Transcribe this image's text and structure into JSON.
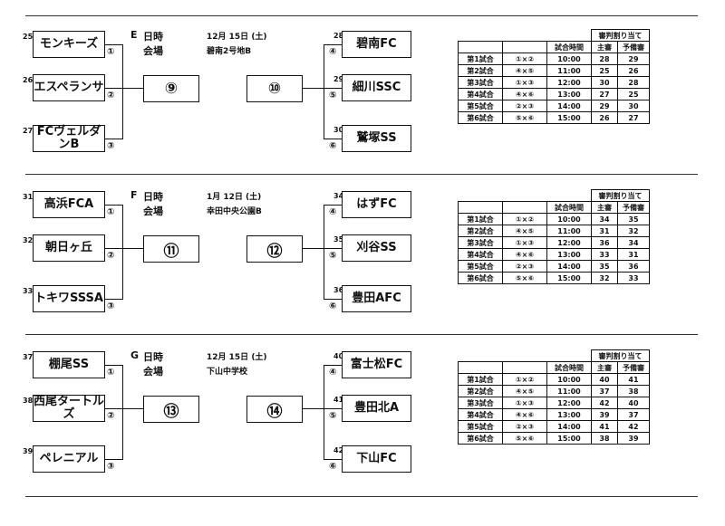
{
  "sections": [
    {
      "group_letter": "E",
      "date_label": "日時",
      "venue_label": "会場",
      "date": "12月 15日 (土)",
      "venue": "碧南2号地B",
      "left_teams": [
        {
          "seed": "25",
          "name": "モンキーズ",
          "slot": "①"
        },
        {
          "seed": "26",
          "name": "エスペランサ",
          "slot": "②"
        },
        {
          "seed": "27",
          "name": "FCヴェルダンB",
          "slot": "③"
        }
      ],
      "right_teams": [
        {
          "seed": "28",
          "name": "碧南FC",
          "slot": "④"
        },
        {
          "seed": "29",
          "name": "細川SSC",
          "slot": "⑤"
        },
        {
          "seed": "30",
          "name": "鷲塚SS",
          "slot": "⑥"
        }
      ],
      "match_left": "⑨",
      "match_right": "⑩",
      "table": {
        "top_header": "審判割り当て",
        "headers": [
          "",
          "",
          "試合時間",
          "主審",
          "予備審"
        ],
        "rows": [
          [
            "第1試合",
            "①×②",
            "10:00",
            "28",
            "29"
          ],
          [
            "第2試合",
            "④×⑤",
            "11:00",
            "25",
            "26"
          ],
          [
            "第3試合",
            "①×③",
            "12:00",
            "30",
            "28"
          ],
          [
            "第4試合",
            "④×⑥",
            "13:00",
            "27",
            "25"
          ],
          [
            "第5試合",
            "②×③",
            "14:00",
            "29",
            "30"
          ],
          [
            "第6試合",
            "⑤×⑥",
            "15:00",
            "26",
            "27"
          ]
        ]
      }
    },
    {
      "group_letter": "F",
      "date_label": "日時",
      "venue_label": "会場",
      "date": "1月 12日 (土)",
      "venue": "幸田中央公園B",
      "left_teams": [
        {
          "seed": "31",
          "name": "高浜FCA",
          "slot": "①"
        },
        {
          "seed": "32",
          "name": "朝日ヶ丘",
          "slot": "②"
        },
        {
          "seed": "33",
          "name": "トキワSSSA",
          "slot": "③"
        }
      ],
      "right_teams": [
        {
          "seed": "34",
          "name": "はずFC",
          "slot": "④"
        },
        {
          "seed": "35",
          "name": "刈谷SS",
          "slot": "⑤"
        },
        {
          "seed": "36",
          "name": "豊田AFC",
          "slot": "⑥"
        }
      ],
      "match_left": "⑪",
      "match_right": "⑫",
      "table": {
        "top_header": "審判割り当て",
        "headers": [
          "",
          "",
          "試合時間",
          "主審",
          "予備審"
        ],
        "rows": [
          [
            "第1試合",
            "①×②",
            "10:00",
            "34",
            "35"
          ],
          [
            "第2試合",
            "④×⑤",
            "11:00",
            "31",
            "32"
          ],
          [
            "第3試合",
            "①×③",
            "12:00",
            "36",
            "34"
          ],
          [
            "第4試合",
            "④×⑥",
            "13:00",
            "33",
            "31"
          ],
          [
            "第5試合",
            "②×③",
            "14:00",
            "35",
            "36"
          ],
          [
            "第6試合",
            "⑤×⑥",
            "15:00",
            "32",
            "33"
          ]
        ]
      }
    },
    {
      "group_letter": "G",
      "date_label": "日時",
      "venue_label": "会場",
      "date": "12月 15日 (土)",
      "venue": "下山中学校",
      "left_teams": [
        {
          "seed": "37",
          "name": "棚尾SS",
          "slot": "①"
        },
        {
          "seed": "38",
          "name": "西尾タートルズ",
          "slot": "②"
        },
        {
          "seed": "39",
          "name": "ペレニアル",
          "slot": "③"
        }
      ],
      "right_teams": [
        {
          "seed": "40",
          "name": "富士松FC",
          "slot": "④"
        },
        {
          "seed": "41",
          "name": "豊田北A",
          "slot": "⑤"
        },
        {
          "seed": "42",
          "name": "下山FC",
          "slot": "⑥"
        }
      ],
      "match_left": "⑬",
      "match_right": "⑭",
      "table": {
        "top_header": "審判割り当て",
        "headers": [
          "",
          "",
          "試合時間",
          "主審",
          "予備審"
        ],
        "rows": [
          [
            "第1試合",
            "①×②",
            "10:00",
            "40",
            "41"
          ],
          [
            "第2試合",
            "④×⑤",
            "11:00",
            "37",
            "38"
          ],
          [
            "第3試合",
            "①×③",
            "12:00",
            "42",
            "40"
          ],
          [
            "第4試合",
            "④×⑥",
            "13:00",
            "39",
            "37"
          ],
          [
            "第5試合",
            "②×③",
            "14:00",
            "41",
            "42"
          ],
          [
            "第6試合",
            "⑤×⑥",
            "15:00",
            "38",
            "39"
          ]
        ]
      }
    }
  ]
}
